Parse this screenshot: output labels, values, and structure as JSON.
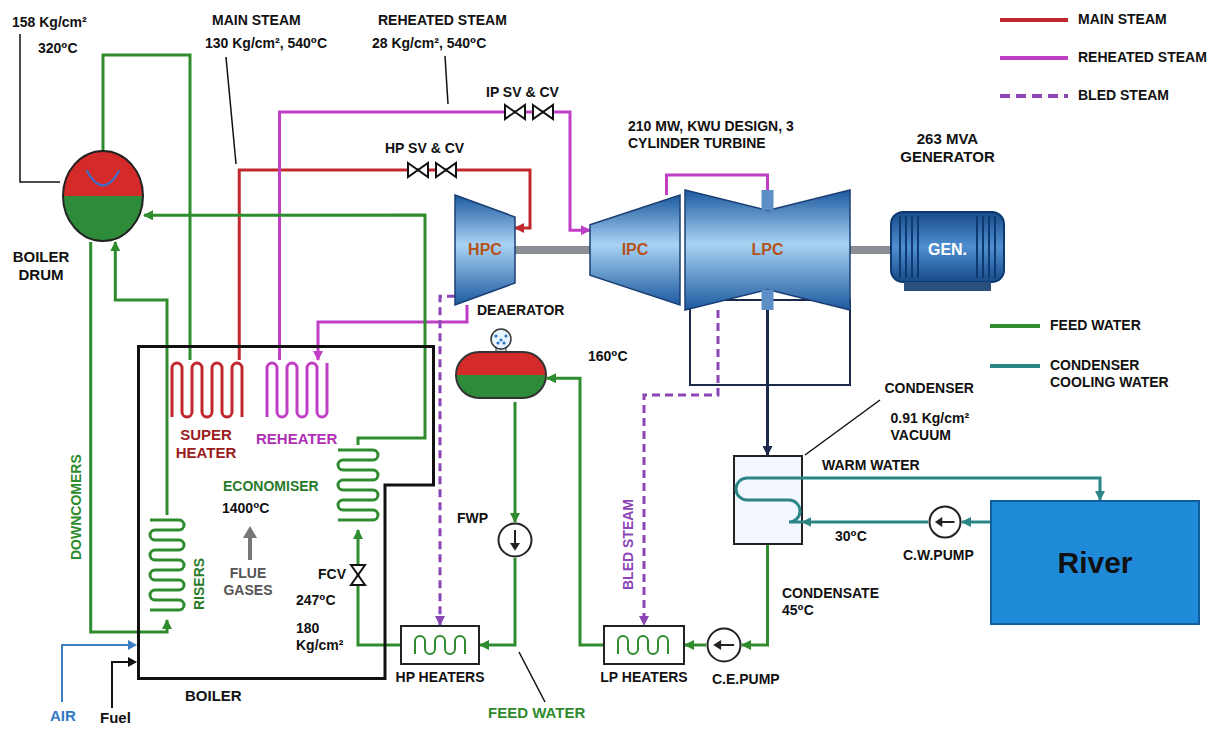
{
  "diagram": {
    "nodes": [
      {
        "text": [
          "BOILER DRUM"
        ]
      },
      {
        "text": [
          "BOILER"
        ]
      },
      {
        "text": [
          "SUPER HEATER"
        ],
        "in": 1
      },
      {
        "text": [
          "REHEATER"
        ],
        "in": 1
      },
      {
        "text": [
          "ECONOMISER"
        ],
        "in": 1
      },
      {
        "text": [
          "RISERS"
        ],
        "in": 1
      },
      {
        "text": [
          "HPC"
        ]
      },
      {
        "text": [
          "IPC"
        ]
      },
      {
        "text": [
          "LPC"
        ]
      },
      {
        "text": [
          "263 MVA GENERATOR",
          "GEN."
        ]
      },
      {
        "text": [
          "DEAERATOR"
        ]
      },
      {
        "text": [
          "FWP"
        ]
      },
      {
        "text": [
          "HP HEATERS"
        ]
      },
      {
        "text": [
          "LP HEATERS"
        ]
      },
      {
        "text": [
          "C.E.PUMP"
        ]
      },
      {
        "text": [
          "CONDENSER",
          "0.91 Kg/cm² VACUUM"
        ]
      },
      {
        "text": [
          "C.W.PUMP"
        ]
      },
      {
        "text": [
          "River"
        ]
      }
    ],
    "edges": [
      {
        "from": 0,
        "to": 2,
        "arrow": "none"
      },
      {
        "from": 2,
        "to": 6,
        "arrow": "to"
      },
      {
        "from": 6,
        "to": 3,
        "arrow": "to"
      },
      {
        "from": 3,
        "to": 7,
        "arrow": "to"
      },
      {
        "from": 7,
        "to": 8,
        "arrow": "none"
      },
      {
        "from": 8,
        "to": 15,
        "arrow": "to"
      },
      {
        "from": 15,
        "to": 14,
        "arrow": "to"
      },
      {
        "from": 14,
        "to": 13,
        "arrow": "to"
      },
      {
        "from": 13,
        "to": 10,
        "arrow": "to"
      },
      {
        "from": 10,
        "to": 11,
        "arrow": "to"
      },
      {
        "from": 11,
        "to": 12,
        "arrow": "to"
      },
      {
        "from": 12,
        "to": 4,
        "arrow": "to"
      },
      {
        "from": 4,
        "to": 0,
        "arrow": "to"
      },
      {
        "from": 0,
        "to": 5,
        "arrow": "to",
        "label": "DOWNCOMERS"
      },
      {
        "from": 5,
        "to": 0,
        "arrow": "to"
      },
      {
        "from": 6,
        "to": 12,
        "arrow": "to"
      },
      {
        "from": 8,
        "to": 13,
        "arrow": "to",
        "label": "BLED STEAM"
      },
      {
        "from": 17,
        "to": 16,
        "arrow": "to"
      },
      {
        "from": 16,
        "to": 15,
        "arrow": "to"
      },
      {
        "from": 15,
        "to": 17,
        "arrow": "to",
        "label": "WARM WATER"
      },
      {
        "from": 6,
        "to": 7,
        "arrow": "none"
      },
      {
        "from": 8,
        "to": 9,
        "arrow": "none"
      }
    ],
    "labels": [
      "158 Kg/cm²",
      "320⁰C",
      "MAIN STEAM",
      "130 Kg/cm², 540⁰C",
      "REHEATED STEAM",
      "28 Kg/cm², 540⁰C",
      "IP SV & CV",
      "HP SV & CV",
      "210 MW, KWU DESIGN, 3 CYLINDER TURBINE",
      "160⁰C",
      "1400⁰C",
      "FLUE GASES",
      "FCV",
      "247⁰C",
      "180 Kg/cm²",
      "AIR",
      "Fuel",
      "FEED WATER",
      "30⁰C",
      "CONDENSATE 45⁰C"
    ],
    "legend": [
      {
        "text": "MAIN STEAM"
      },
      {
        "text": "REHEATED STEAM"
      },
      {
        "text": "BLED STEAM"
      },
      {
        "text": "FEED WATER"
      },
      {
        "text": "CONDENSER COOLING WATER"
      }
    ]
  }
}
